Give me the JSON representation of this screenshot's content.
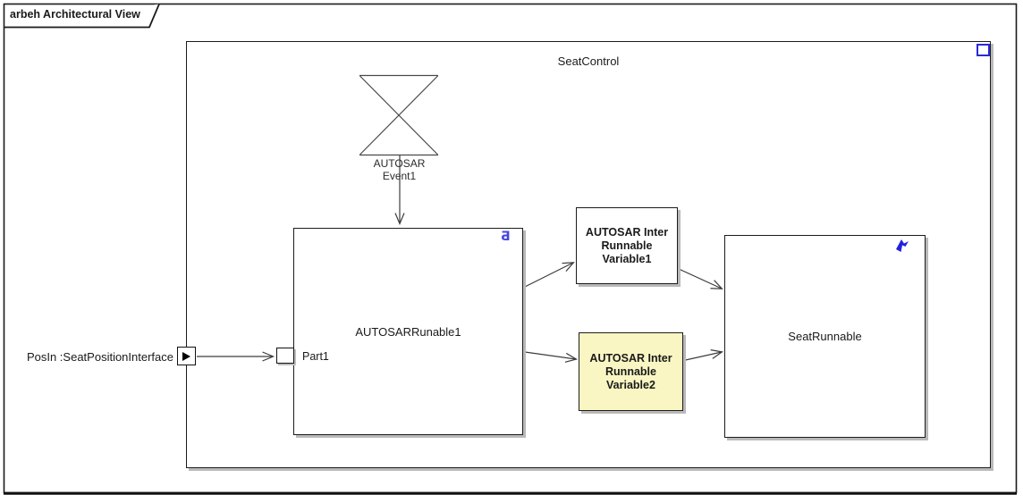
{
  "tab": {
    "title": "arbeh Architectural View"
  },
  "frame": {
    "label": "SeatControl"
  },
  "nodes": {
    "event": {
      "label": "AUTOSAR\nEvent1"
    },
    "runnable1": {
      "label": "AUTOSARRunable1"
    },
    "part1": {
      "label": "Part1"
    },
    "variable1": {
      "label": "AUTOSAR Inter\nRunnable\nVariable1",
      "fill": "#ffffff"
    },
    "variable2": {
      "label": "AUTOSAR Inter\nRunnable\nVariable2",
      "fill": "#f9f6c3"
    },
    "seat_runnable": {
      "label": "SeatRunnable"
    }
  },
  "port": {
    "label": "PosIn :SeatPositionInterface"
  },
  "icons": {
    "component": "component-icon",
    "activity": "activity-icon",
    "activity_glyph": "Ƌ",
    "runnable": "runnable-icon",
    "port_direction": "port-direction-icon"
  },
  "colors": {
    "accent_blue": "#2a2ad8",
    "node_border": "#1c1c1c",
    "node_shadow": "#b9b9b9",
    "connector": "#3c3c3c",
    "frame_border": "#1a1a1a",
    "variable2_fill": "#f9f6c3"
  }
}
